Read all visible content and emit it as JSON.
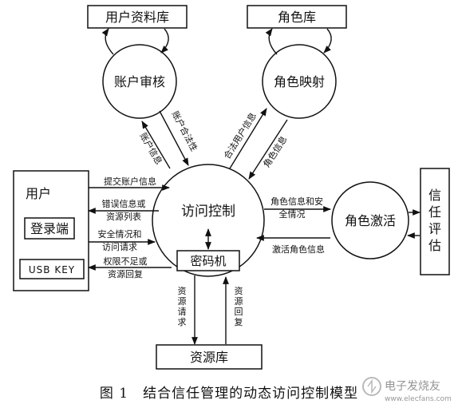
{
  "nodes": {
    "user_db": "用户资料库",
    "account_audit": "账户审核",
    "role_db": "角色库",
    "role_mapping": "角色映射",
    "user": "用户",
    "login": "登录端",
    "usb_key": "USB KEY",
    "access_control": "访问控制",
    "crypto": "密码机",
    "role_activation": "角色激活",
    "trust_eval": [
      "信",
      "任",
      "评",
      "估"
    ],
    "resource_db": "资源库"
  },
  "edges": {
    "account_info": "账户信息",
    "account_legal": "账户合法性",
    "legal_user_info": "合法用户信息",
    "role_info": "角色信息",
    "submit_account": "提交账户信息",
    "error_info": [
      "错误信息或",
      "资源列表"
    ],
    "security_req": [
      "安全情况和",
      "访问请求"
    ],
    "insufficient": [
      "权限不足或",
      "资源回复"
    ],
    "role_security": [
      "角色信息和安",
      "全情况"
    ],
    "activate_role": "激活角色信息",
    "resource_request": [
      "资",
      "源",
      "请",
      "求"
    ],
    "resource_reply": [
      "资",
      "源",
      "回",
      "复"
    ]
  },
  "caption": "图 1　结合信任管理的动态访问控制模型",
  "watermark": {
    "text": "电子发烧友",
    "url": "www.elecfans.com"
  }
}
